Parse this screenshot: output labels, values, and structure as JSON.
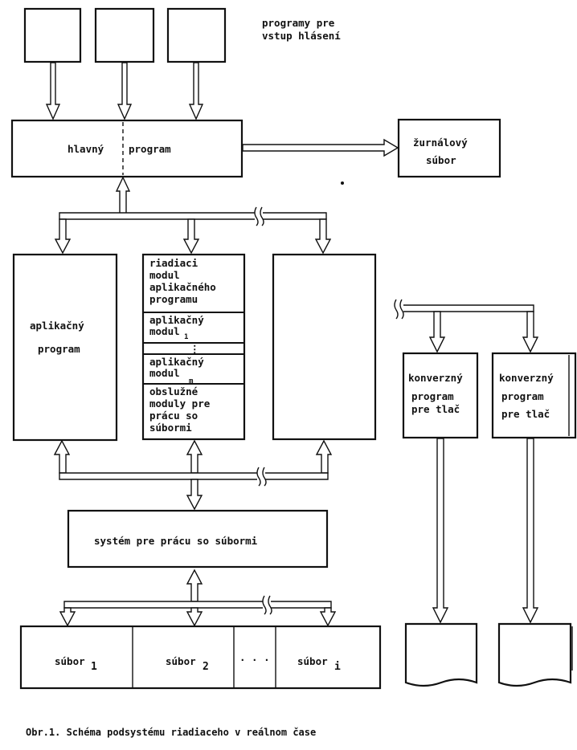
{
  "input_note": [
    "programy pre",
    "vstup hlásení"
  ],
  "main_program": [
    "hlavný",
    "program"
  ],
  "journal_file": [
    "žurnálový",
    "súbor"
  ],
  "app_program": [
    "aplikačný",
    "program"
  ],
  "middle_stack": {
    "control_module": [
      "riadiaci",
      "modul",
      "aplikačného",
      "programu"
    ],
    "app_module_1": [
      "aplikačný",
      "modul",
      "1"
    ],
    "dots": "⋮",
    "app_module_m": [
      "aplikačný",
      "modul",
      "m"
    ],
    "service_modules": [
      "obslužné",
      "moduly pre",
      "prácu so",
      "súbormi"
    ]
  },
  "converter": [
    "konverzný",
    "program",
    "pre tlač"
  ],
  "file_system": "systém pre prácu so súbormi",
  "files": [
    {
      "name": "súbor",
      "sub": "1"
    },
    {
      "name": "súbor",
      "sub": "2"
    },
    {
      "name": "súbor",
      "sub": "i"
    }
  ],
  "files_ellipsis": "· · ·",
  "caption": "Obr.1.   Schéma podsystému riadiaceho v reálnom čase"
}
